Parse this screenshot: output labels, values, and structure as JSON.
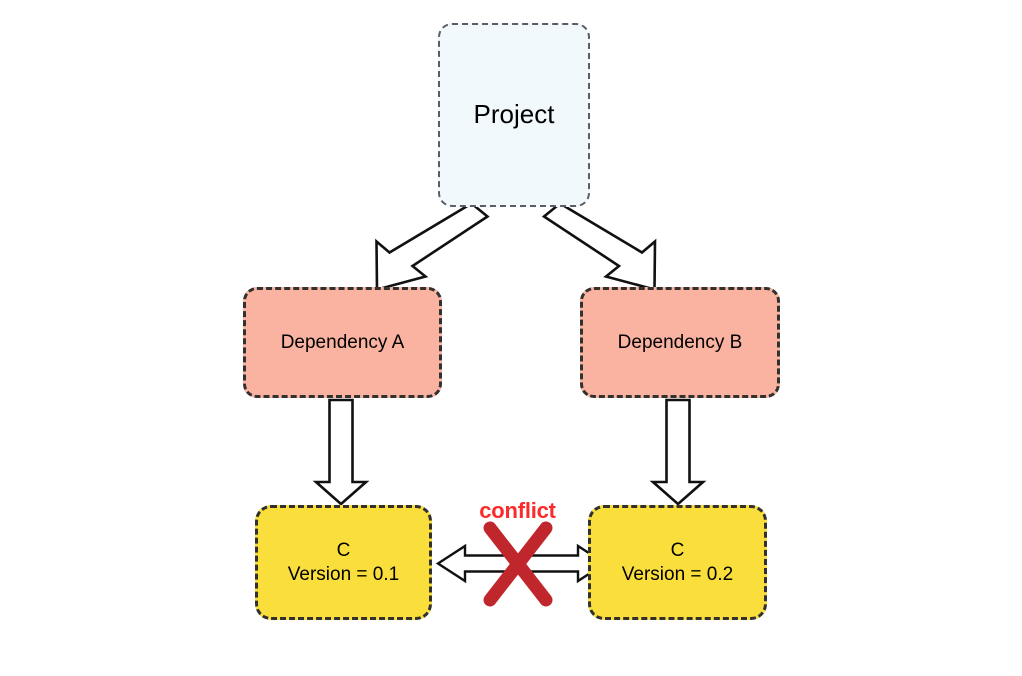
{
  "diagram": {
    "title_node": {
      "label": "Project"
    },
    "dependencies": [
      {
        "label": "Dependency A"
      },
      {
        "label": "Dependency B"
      }
    ],
    "versions": [
      {
        "name": "C",
        "version_line": "Version = 0.1"
      },
      {
        "name": "C",
        "version_line": "Version = 0.2"
      }
    ],
    "conflict": {
      "label": "conflict"
    },
    "colors": {
      "project_fill": "#f2f9fc",
      "project_border": "#5c5c66",
      "dependency_fill": "#fab3a0",
      "version_fill": "#fadf3c",
      "node_border": "#33312e",
      "conflict_text": "#fc2b2b",
      "conflict_cross": "#c0272d",
      "arrow_outline": "#111111",
      "arrow_fill": "#ffffff"
    },
    "arrows": {
      "project_to_dep_a": "block-arrow-diagonal-down-left",
      "project_to_dep_b": "block-arrow-diagonal-down-right",
      "dep_a_to_version": "block-arrow-down",
      "dep_b_to_version": "block-arrow-down",
      "version_to_version": "block-arrow-double-headed-horizontal"
    }
  }
}
